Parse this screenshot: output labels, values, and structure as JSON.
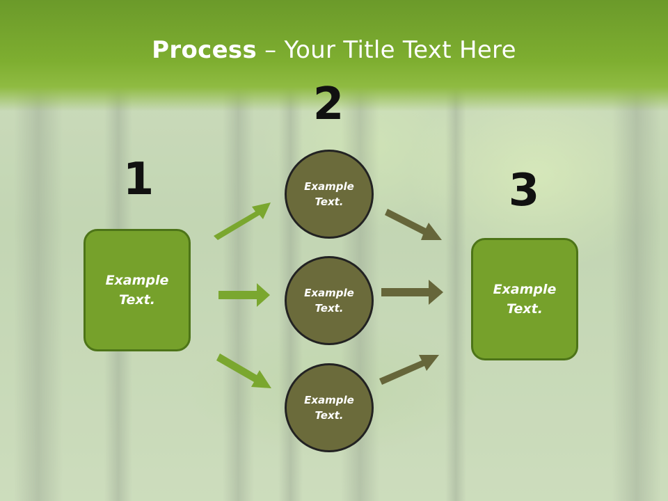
{
  "title": {
    "bold": "Process",
    "rest": " – Your Title Text Here"
  },
  "steps": {
    "one": {
      "number": "1",
      "label": "Example\nText."
    },
    "two": {
      "number": "2",
      "labels": [
        "Example\nText.",
        "Example\nText.",
        "Example\nText."
      ]
    },
    "three": {
      "number": "3",
      "label": "Example\nText."
    }
  },
  "colors": {
    "header": "#7eae30",
    "box_fill": "#76a12b",
    "box_border": "#4d7418",
    "circle_fill": "#6b6b3b",
    "arrow_green": "#7aa72f",
    "arrow_olive": "#66663a"
  }
}
